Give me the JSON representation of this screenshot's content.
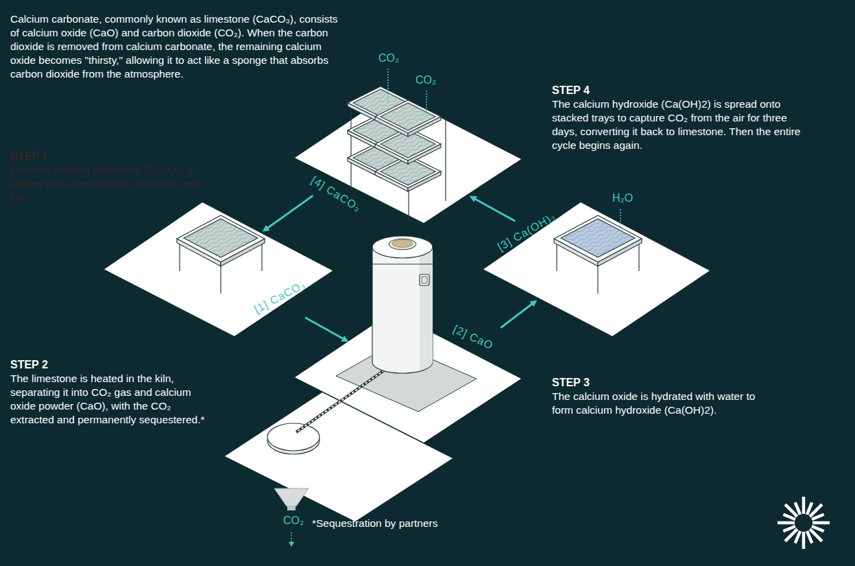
{
  "diagram": {
    "nodes": [
      {
        "text": [
          "STEP 1",
          "Crushed calcium carbonate (CaCO₃) is loaded into a temperature-resistant steel kiln."
        ]
      },
      {
        "text": [
          "STEP 2",
          "The limestone is heated in the kiln, separating it into CO₂ gas and calcium oxide powder (CaO), with the CO₂ extracted and permanently sequestered.*"
        ]
      },
      {
        "text": [
          "STEP 3",
          "The calcium oxide is hydrated with water to form calcium hydroxide (Ca(OH)2)."
        ]
      },
      {
        "text": [
          "STEP 4",
          "The calcium hydroxide (Ca(OH)2) is spread onto stacked trays to capture CO₂ from the air for three days, converting it back to limestone. Then the entire cycle begins again."
        ]
      }
    ],
    "edges": [
      {
        "from": 0,
        "to": 1,
        "label": "[1] CaCO₃",
        "arrow": "to"
      },
      {
        "from": 1,
        "to": 2,
        "label": "[2] CaO",
        "arrow": "to"
      },
      {
        "from": 2,
        "to": 3,
        "label": "[3] Ca(OH)₂",
        "arrow": "to"
      },
      {
        "from": 3,
        "to": 0,
        "label": "[4] CaCO₃",
        "arrow": "to"
      }
    ],
    "labels": [
      "Calcium carbonate, commonly known as limestone (CaCO₃), consists of calcium oxide (CaO) and carbon dioxide (CO₂). When the carbon dioxide is removed from calcium carbonate, the remaining calcium oxide becomes \"thirsty,\" allowing it to act like a sponge that absorbs carbon dioxide from the atmosphere.",
      "CO₂",
      "CO₂",
      "H₂O",
      "CO₂",
      "*Sequestration by partners"
    ]
  }
}
